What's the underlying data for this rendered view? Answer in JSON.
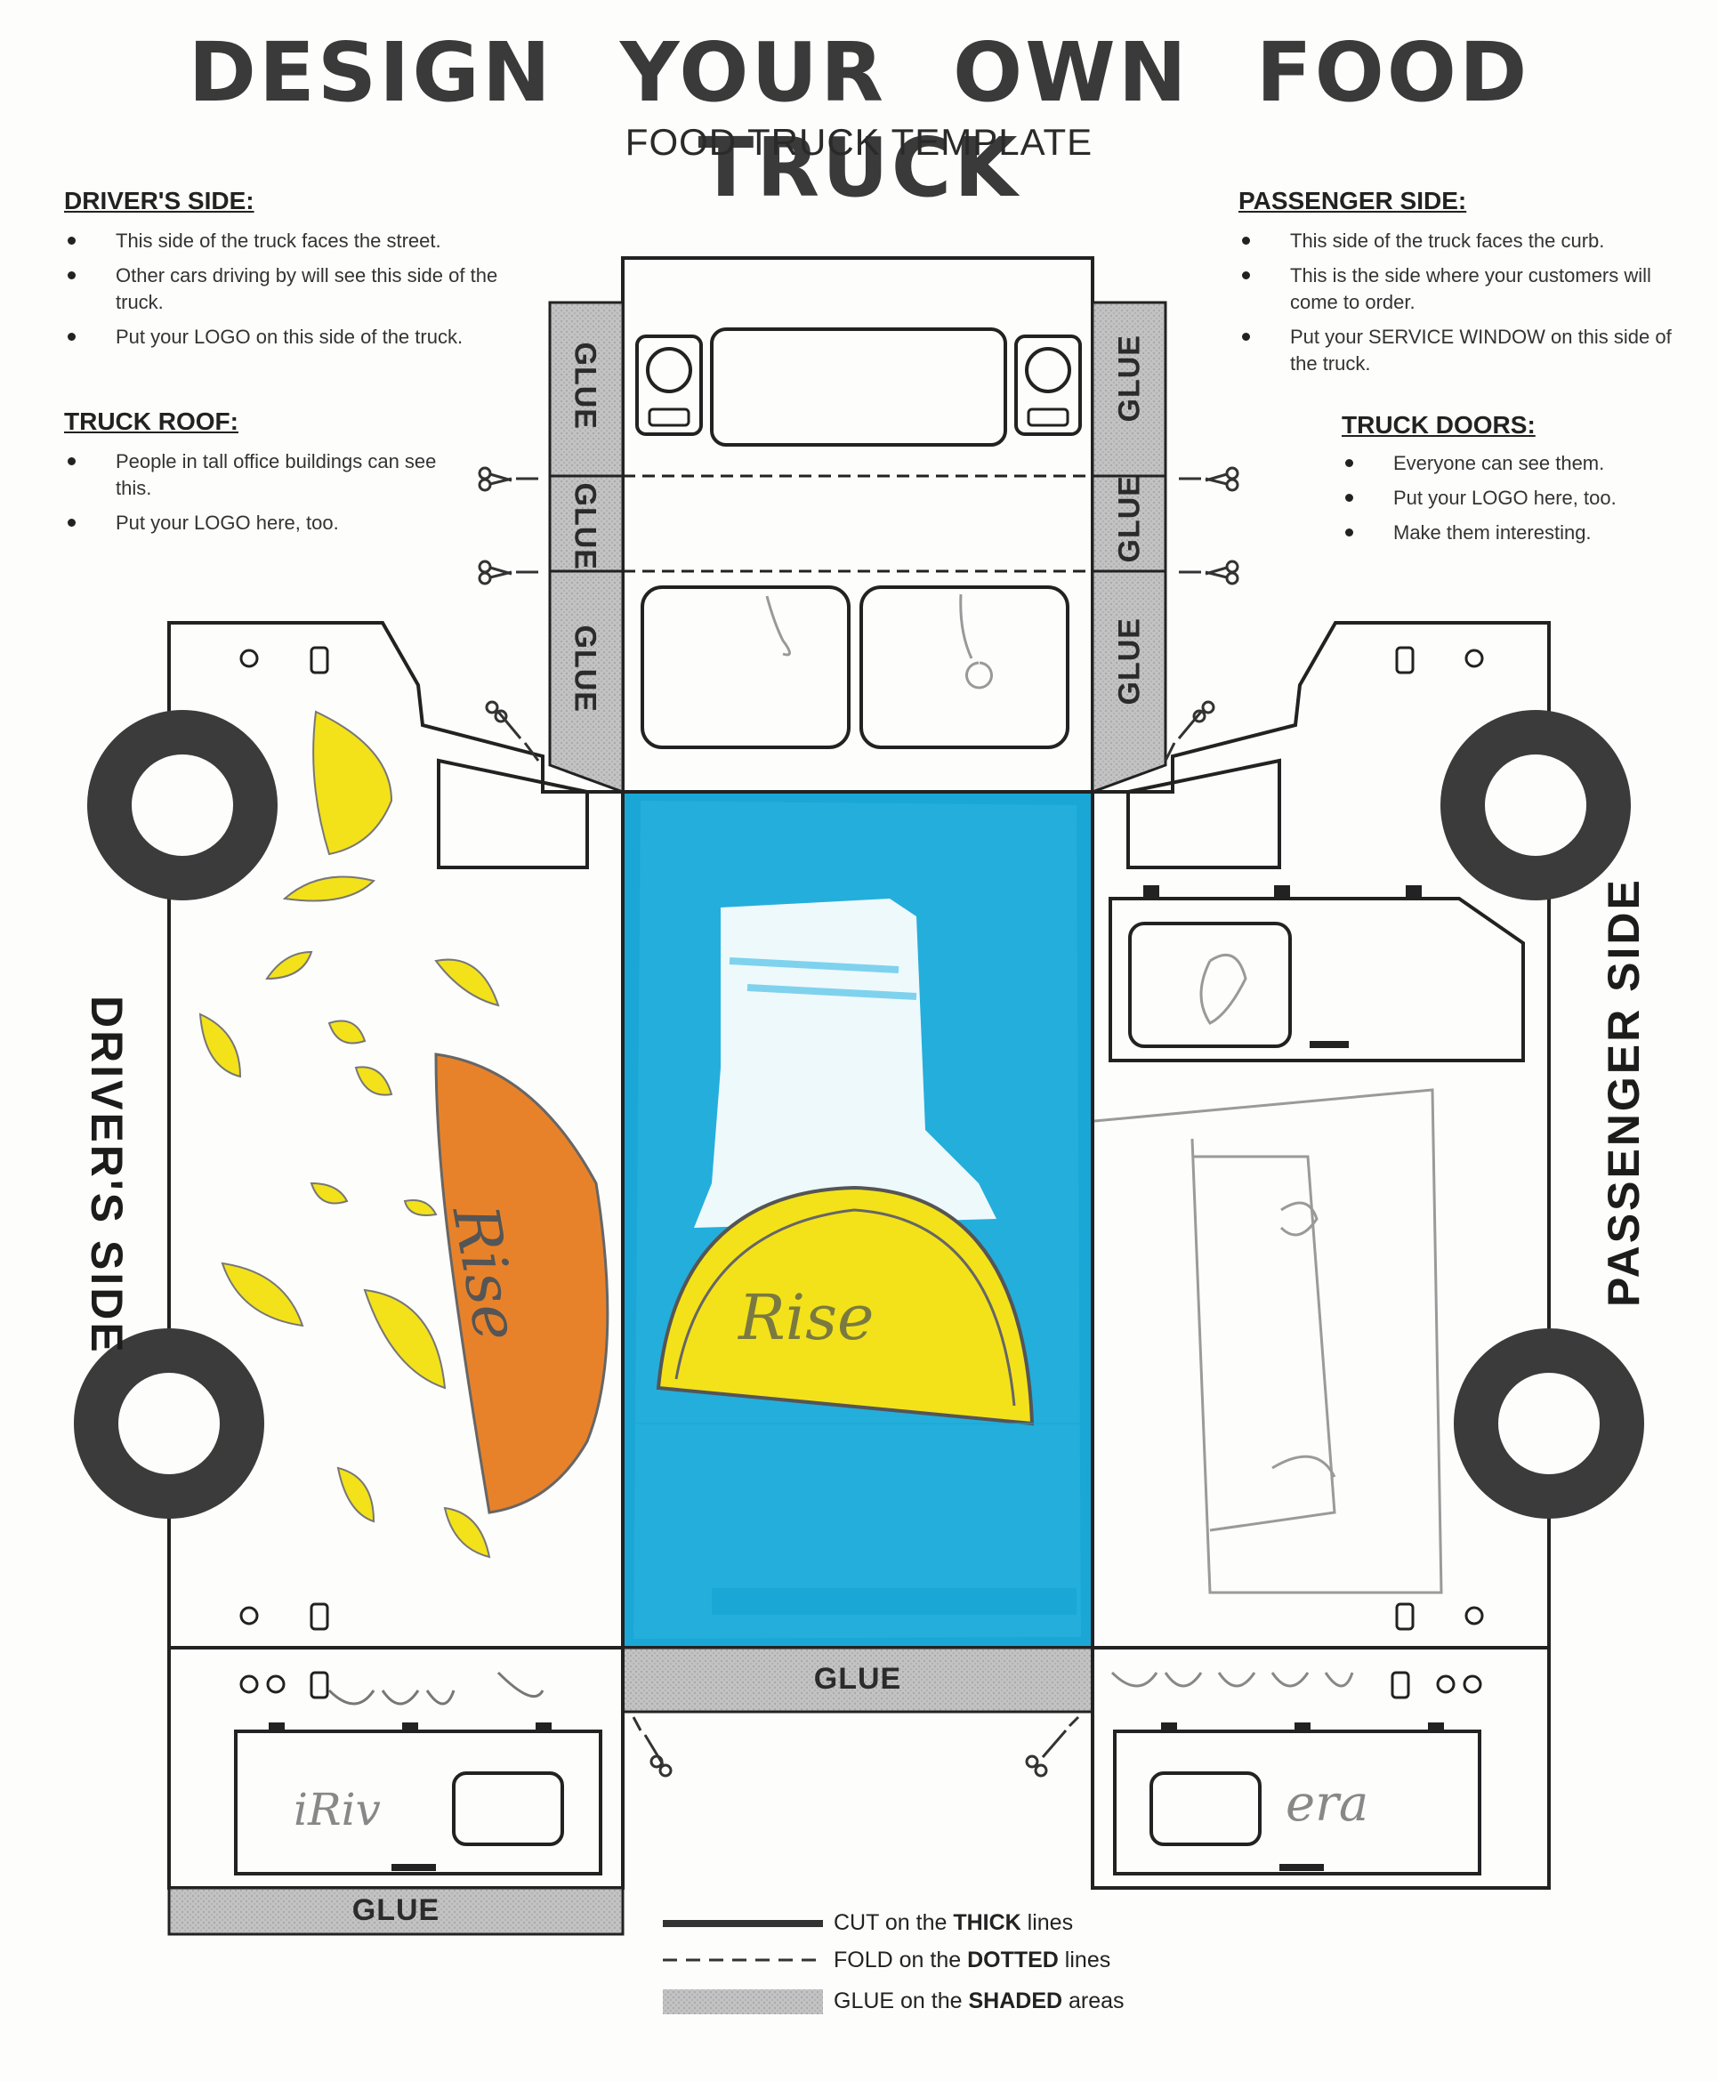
{
  "header": {
    "title": "DESIGN YOUR OWN FOOD TRUCK",
    "subtitle": "FOOD TRUCK TEMPLATE"
  },
  "drivers_side_info": {
    "heading": "DRIVER'S SIDE:",
    "bullets": [
      "This side of the truck faces the street.",
      "Other cars driving by will see this side of the truck.",
      "Put your LOGO on this side of the truck."
    ]
  },
  "truck_roof_info": {
    "heading": "TRUCK ROOF:",
    "bullets": [
      "People in tall office buildings can see this.",
      "Put your LOGO here, too."
    ]
  },
  "passenger_side_info": {
    "heading": "PASSENGER SIDE:",
    "bullets": [
      "This side of the truck faces the curb.",
      "This is the side where your customers will come to order.",
      "Put your SERVICE WINDOW on this side of the truck."
    ]
  },
  "truck_doors_info": {
    "heading": "TRUCK DOORS:",
    "bullets": [
      "Everyone can see them.",
      "Put your LOGO here, too.",
      "Make them interesting."
    ]
  },
  "template": {
    "glue_label": "GLUE",
    "drivers_side_label": "DRIVER'S SIDE",
    "passenger_side_label": "PASSENGER SIDE"
  },
  "handwriting": {
    "roof_name": "Rise",
    "side_name": "Rise",
    "front_left": "iRiv",
    "front_right": "era"
  },
  "legend": {
    "cut_pre": "CUT on the ",
    "cut_bold": "THICK",
    "cut_post": " lines",
    "fold_pre": "FOLD on the ",
    "fold_bold": "DOTTED",
    "fold_post": " lines",
    "glue_pre": "GLUE on the ",
    "glue_bold": "SHADED",
    "glue_post": " areas"
  },
  "colors": {
    "marker_blue": "#1aa7d6",
    "crayon_yellow": "#f3e21a",
    "crayon_orange": "#e8822a",
    "glue_gray": "#b9b9b9",
    "tire_gray": "#3b3b3b"
  }
}
